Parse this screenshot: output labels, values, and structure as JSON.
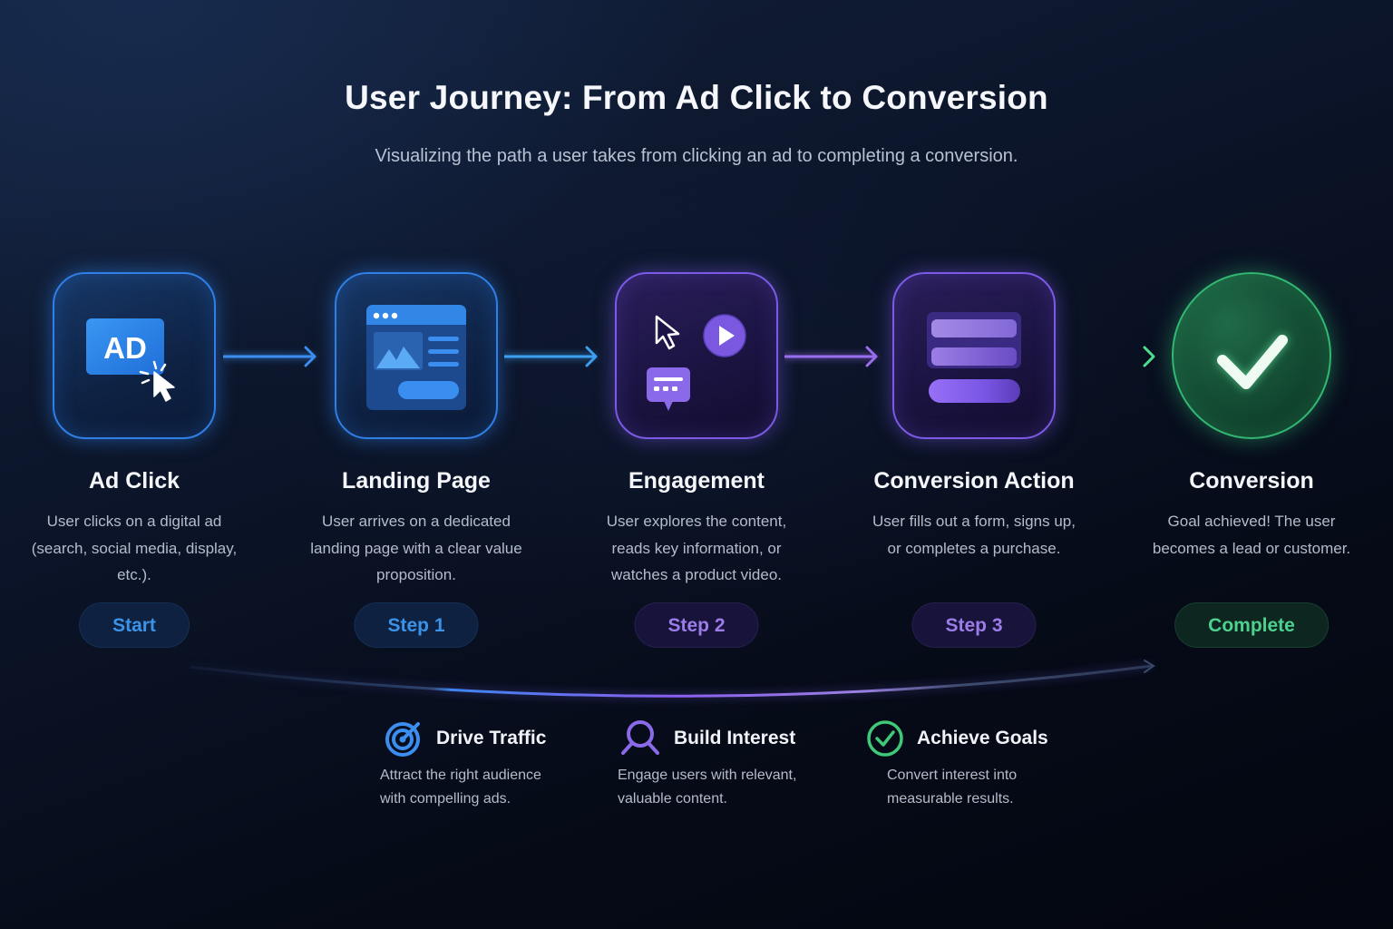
{
  "header": {
    "title": "User Journey: From Ad Click to Conversion",
    "subtitle": "Visualizing the path a user takes from clicking an ad to completing a conversion."
  },
  "colors": {
    "blue": "#2f7fe6",
    "violet": "#7a5ae6",
    "green": "#32b872",
    "background_top": "#13213c",
    "background_bottom": "#03060f"
  },
  "steps": [
    {
      "title": "Ad Click",
      "description": "User clicks on a digital ad (search, social media, display, etc.).",
      "badge": "Start",
      "icon": "ad-click-icon"
    },
    {
      "title": "Landing Page",
      "description": "User arrives on a dedicated landing page with a clear value proposition.",
      "badge": "Step 1",
      "icon": "landing-page-icon"
    },
    {
      "title": "Engagement",
      "description": "User explores the content, reads key information, or watches a product video.",
      "badge": "Step 2",
      "icon": "engagement-icon"
    },
    {
      "title": "Conversion Action",
      "description": "User fills out a form, signs up, or completes a purchase.",
      "badge": "Step 3",
      "icon": "form-icon"
    },
    {
      "title": "Conversion",
      "description": "Goal achieved! The user becomes a lead or customer.",
      "badge": "Complete",
      "icon": "checkmark-icon"
    }
  ],
  "benefits": [
    {
      "title": "Drive Traffic",
      "description": "Attract the right audience with compelling ads.",
      "icon": "target-icon"
    },
    {
      "title": "Build Interest",
      "description": "Engage users with relevant, valuable content.",
      "icon": "search-icon"
    },
    {
      "title": "Achieve Goals",
      "description": "Convert interest into measurable results.",
      "icon": "check-circle-icon"
    }
  ],
  "ad_icon_text": "AD"
}
